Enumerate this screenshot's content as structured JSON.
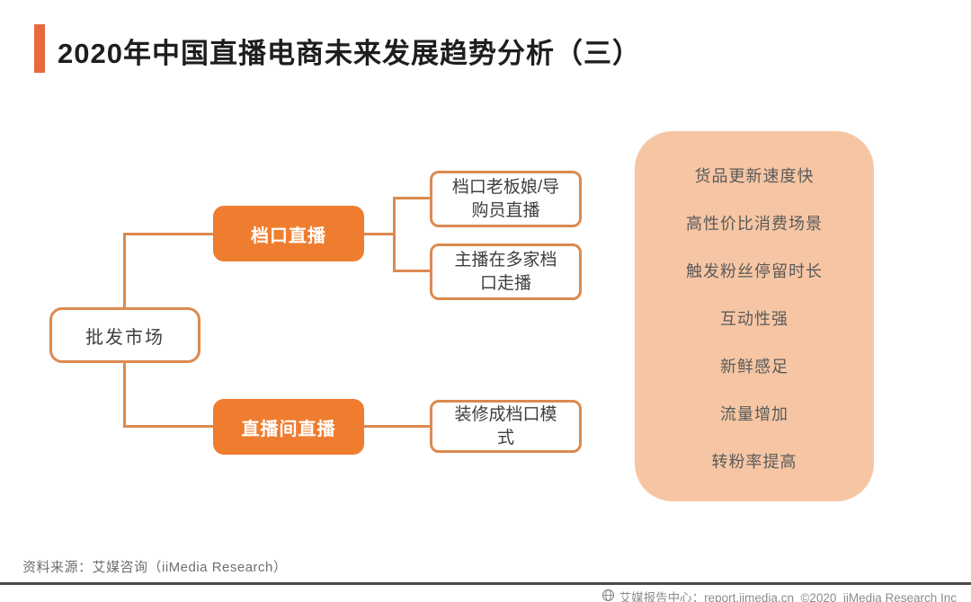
{
  "slide": {
    "title": "2020年中国直播电商未来发展趋势分析（三）",
    "source_note": "资料来源：艾媒咨询（iiMedia Research）",
    "footer_credit": "艾媒报告中心：report.iimedia.cn  ©2020  iiMedia Research Inc"
  },
  "colors": {
    "accent_orange": "#E9693F",
    "node_fill_orange": "#EF7D2F",
    "connector_orange": "#DC8A50",
    "panel_peach": "#F6C6A4",
    "node_text_dark": "#3F3F3F",
    "benefit_text_gray": "#5A5A5A",
    "footer_text_gray": "#8C8C8C"
  },
  "diagram": {
    "root_label": "批发市场",
    "branches": [
      {
        "label": "档口直播",
        "children": [
          "档口老板娘/导购员直播",
          "主播在多家档口走播"
        ]
      },
      {
        "label": "直播间直播",
        "children": [
          "装修成档口模式"
        ]
      }
    ],
    "benefits": [
      "货品更新速度快",
      "高性价比消费场景",
      "触发粉丝停留时长",
      "互动性强",
      "新鲜感足",
      "流量增加",
      "转粉率提高"
    ]
  }
}
